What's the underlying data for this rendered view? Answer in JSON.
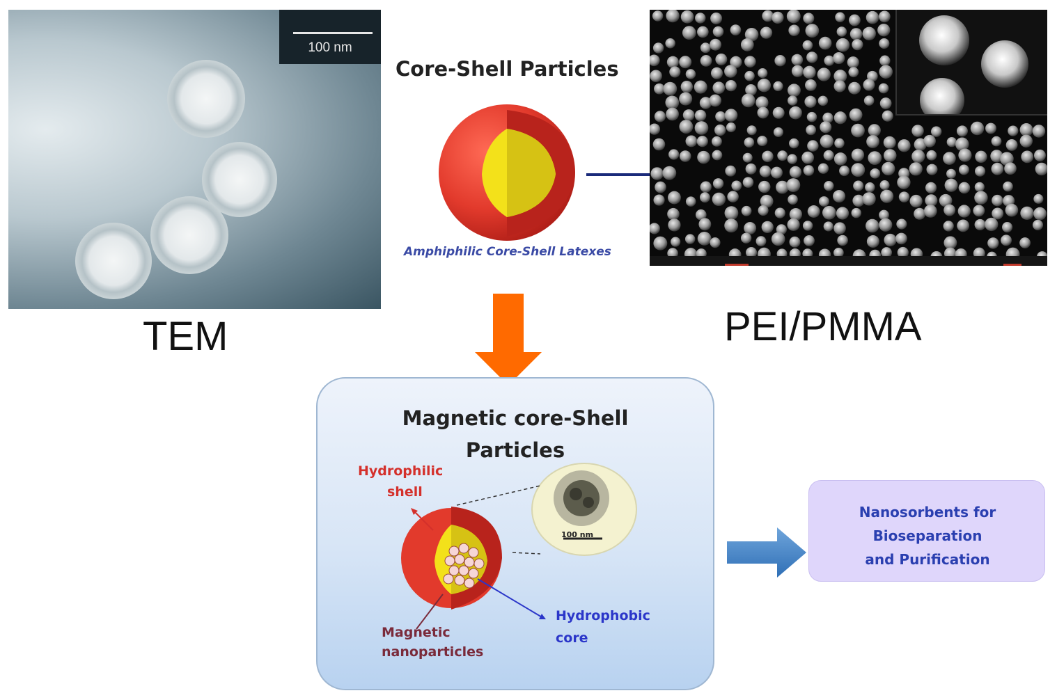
{
  "tem": {
    "scale_bar": "100 nm",
    "label": "TEM"
  },
  "core_shell": {
    "title": "Core-Shell Particles",
    "caption": "Amphiphilic Core-Shell Latexes"
  },
  "sem": {
    "label": "PEI/PMMA"
  },
  "magnetic": {
    "title_line1": "Magnetic core-Shell",
    "title_line2": "Particles",
    "hydrophilic_line1": "Hydrophilic",
    "hydrophilic_line2": "shell",
    "hydrophobic_line1": "Hydrophobic",
    "hydrophobic_line2": "core",
    "magnetic_line1": "Magnetic",
    "magnetic_line2": "nanoparticles",
    "inset_scale": "100 nm"
  },
  "nanosorbents": {
    "line1": "Nanosorbents for",
    "line2": "Bioseparation",
    "line3": "and Purification"
  },
  "colors": {
    "shell_red": "#e23a2c",
    "core_yellow": "#f3e11a",
    "arrow_orange": "#ff6a00",
    "arrow_blue": "#3d7fc4",
    "connector_navy": "#1a2a7a"
  }
}
